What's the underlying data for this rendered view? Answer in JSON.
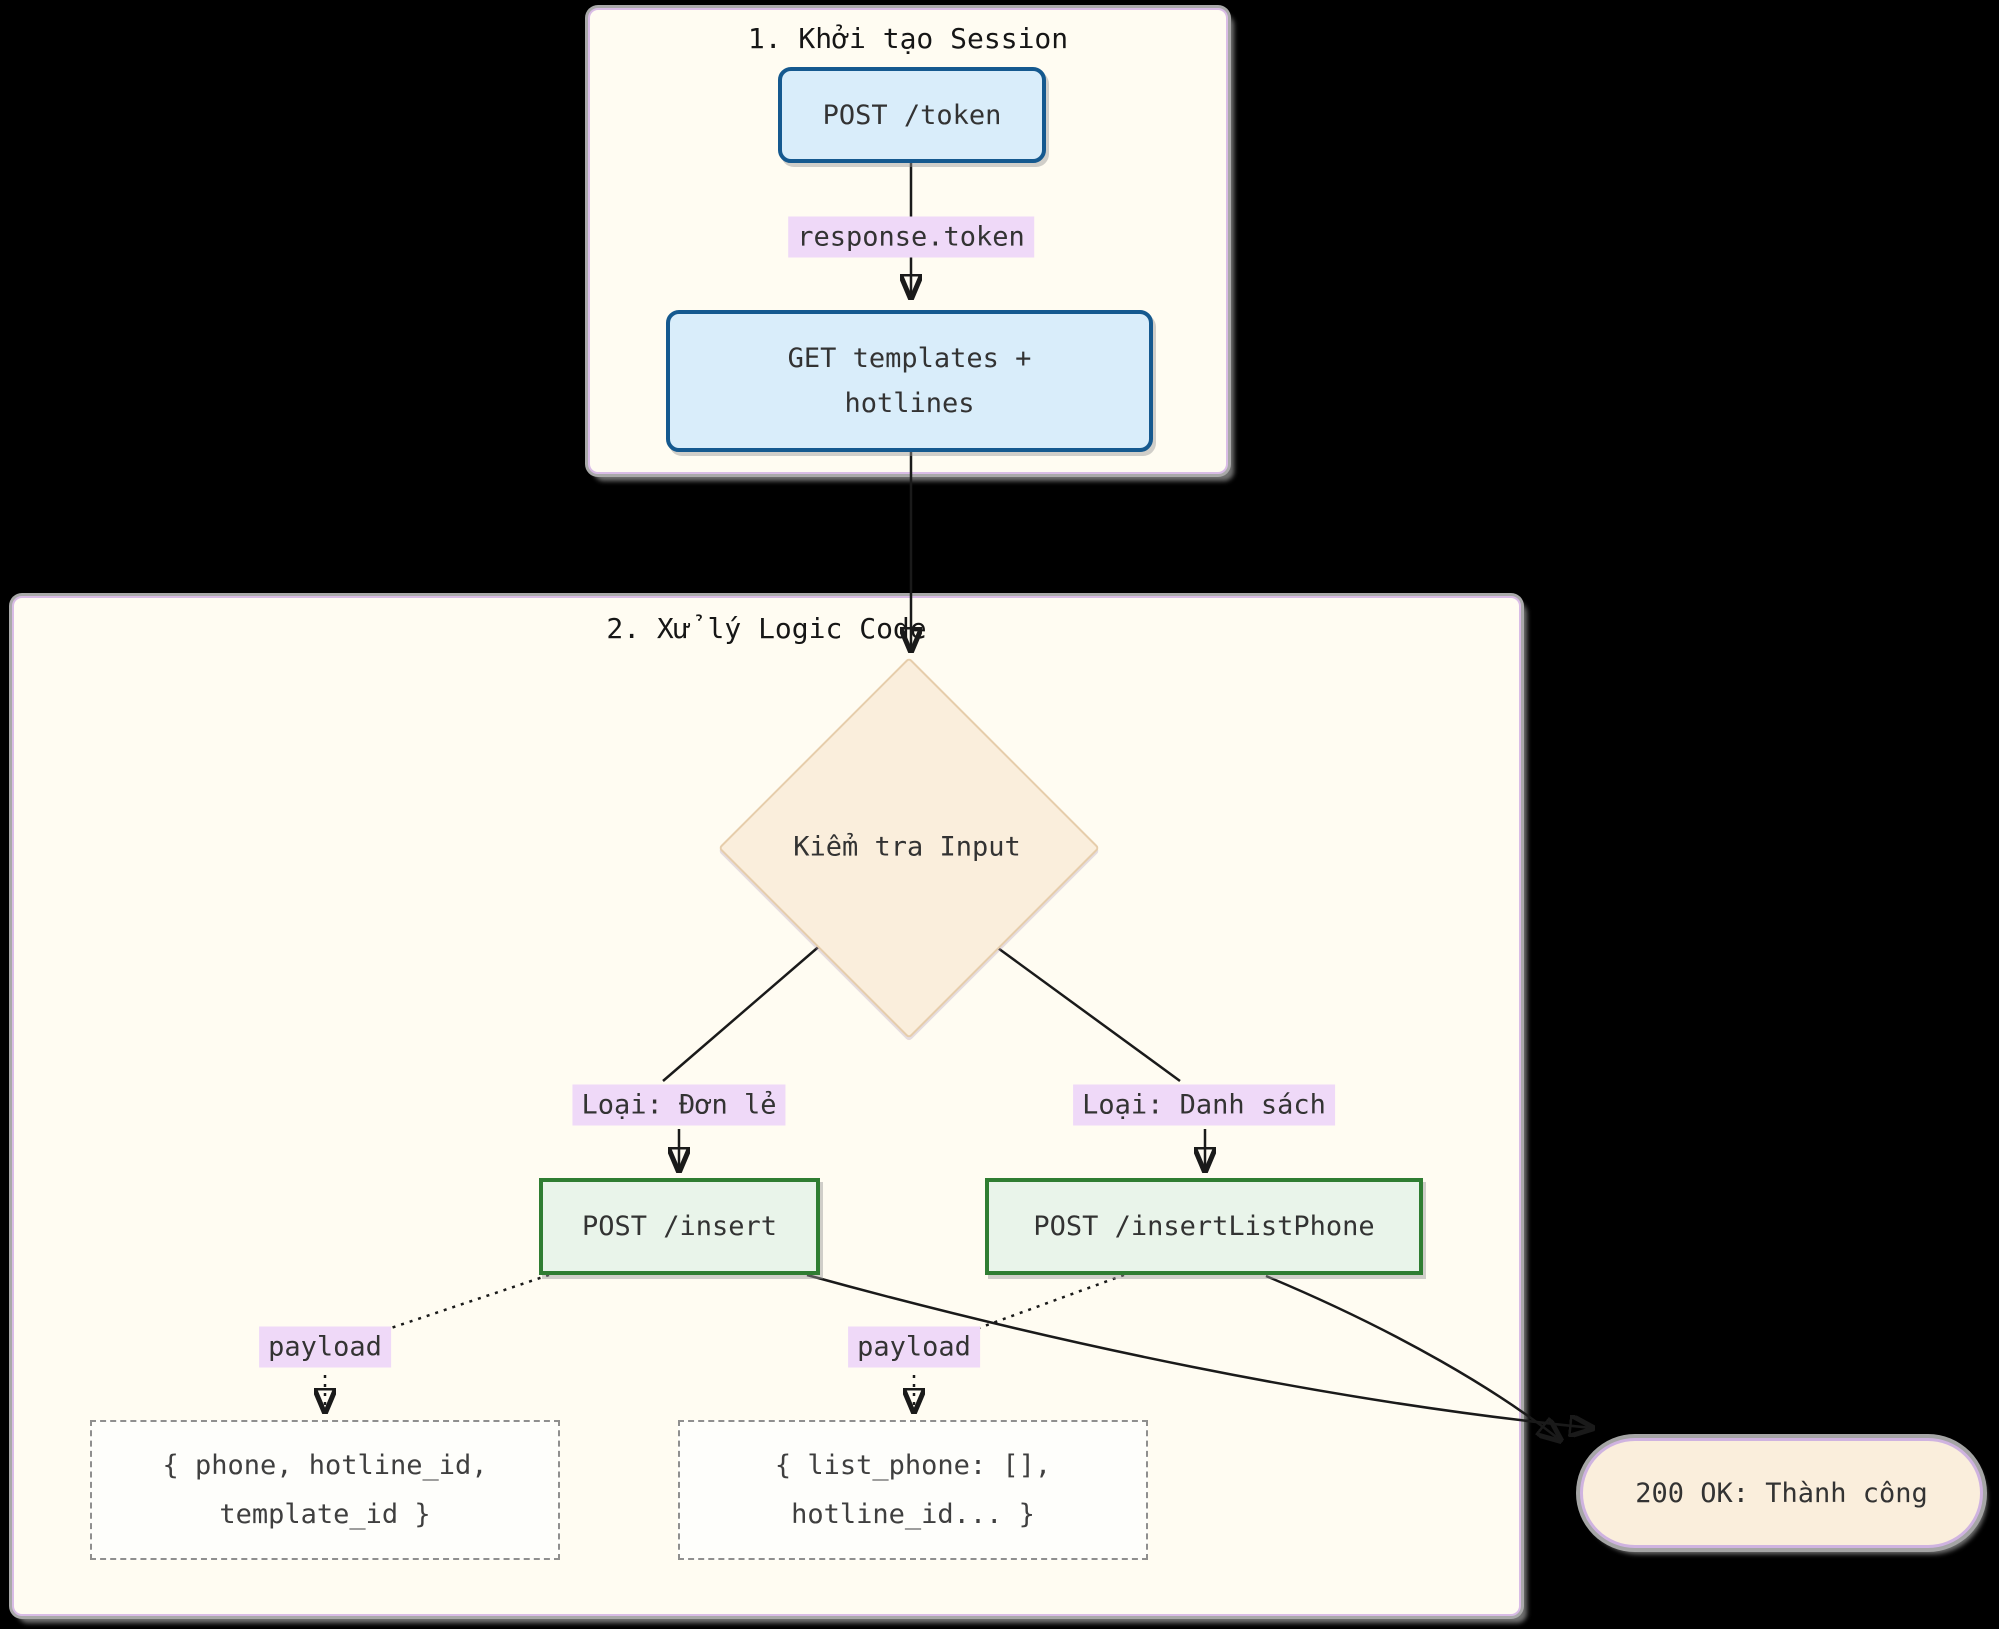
{
  "diagram": {
    "background_color": "#000000",
    "clusters": [
      {
        "id": "session",
        "title": "1. Khởi tạo Session"
      },
      {
        "id": "logic",
        "title": "2. Xử lý Logic Code"
      }
    ],
    "nodes": {
      "post_token": {
        "label": "POST /token"
      },
      "get_templates": {
        "line1": "GET templates +",
        "line2": "hotlines"
      },
      "check_input": {
        "label": "Kiểm tra Input"
      },
      "post_insert": {
        "label": "POST /insert"
      },
      "post_insert_list": {
        "label": "POST /insertListPhone"
      },
      "payload_single": {
        "line1": "{ phone, hotline_id,",
        "line2": "template_id }"
      },
      "payload_list": {
        "line1": "{ list_phone: [],",
        "line2": "hotline_id... }"
      },
      "success": {
        "label": "200 OK: Thành công"
      }
    },
    "edge_labels": {
      "token": "response.token",
      "branch_single": "Loại: Đơn lẻ",
      "branch_list": "Loại: Danh sách",
      "payload_left": "payload",
      "payload_right": "payload"
    },
    "colors": {
      "cluster_fill": "#fffcf2",
      "cluster_border": "#d9bce6",
      "cluster_shadow": "#a9a9a9",
      "blue_node_fill": "#d9edfa",
      "blue_node_border": "#15598f",
      "green_node_fill": "#e9f4ea",
      "green_node_border": "#2f7d32",
      "decision_fill": "#faeedc",
      "decision_border": "#e6cdab",
      "stadium_fill": "#faeedc",
      "stadium_border": "#cfb3e0",
      "edge_label_bg": "#efd9f8",
      "dashed_node_fill": "#fefefb",
      "dashed_node_border": "#8f8f8f",
      "edge_stroke": "#1a1a1a",
      "text": "#333333"
    }
  }
}
